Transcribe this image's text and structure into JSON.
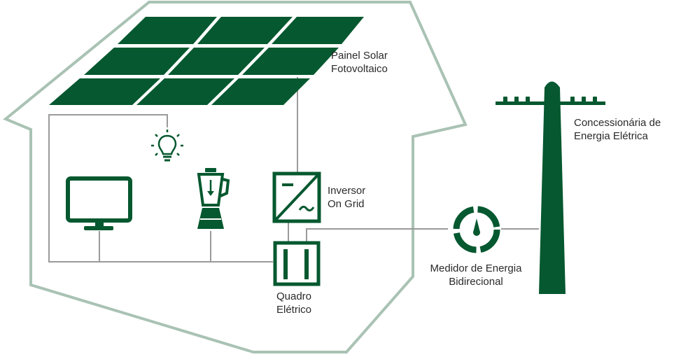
{
  "labels": {
    "solar_panel": {
      "line1": "Painel Solar",
      "line2": "Fotovoltaico"
    },
    "inverter": {
      "line1": "Inversor",
      "line2": "On Grid"
    },
    "panel_board": {
      "line1": "Quadro",
      "line2": "Elétrico"
    },
    "meter": {
      "line1": "Medidor de Energia",
      "line2": "Bidirecional"
    },
    "utility": {
      "line1": "Concessionária de",
      "line2": "Energia Elétrica"
    }
  },
  "icons": {
    "solar_panel": "solar-panel-icon",
    "lamp": "light-bulb-icon",
    "tv": "monitor-icon",
    "blender": "blender-icon",
    "inverter": "inverter-icon",
    "panel_board": "electrical-panel-icon",
    "meter": "energy-meter-icon",
    "utility_pole": "utility-pole-icon"
  },
  "colors": {
    "primary_green": "#05582f",
    "house_outline": "#a9c2b4",
    "wire": "#9a9a9a",
    "text": "#2a2a2a"
  }
}
